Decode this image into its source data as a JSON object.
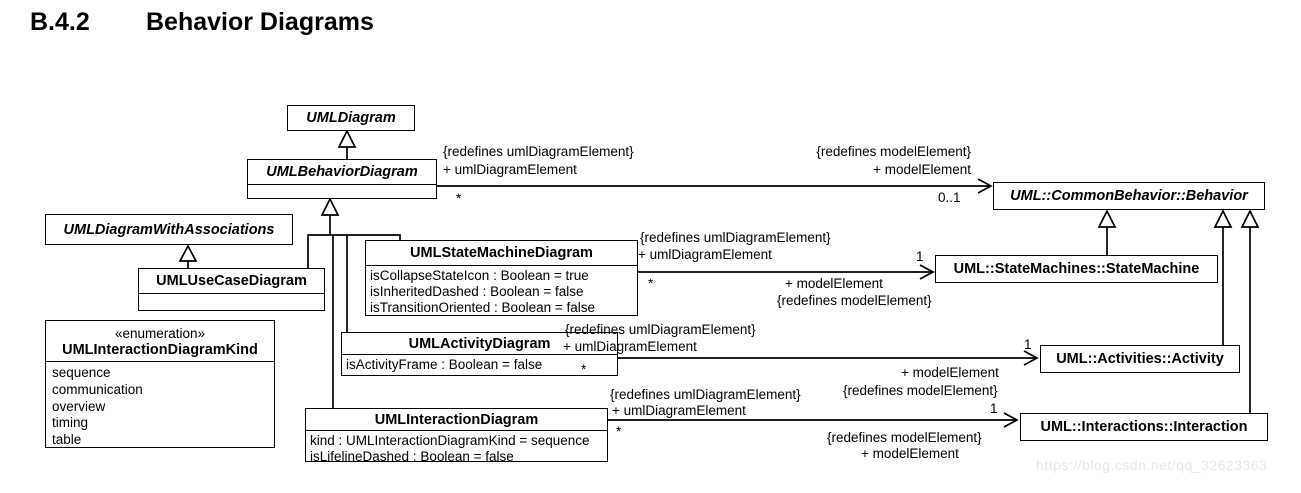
{
  "page": {
    "heading_number": "B.4.2",
    "heading_title": "Behavior Diagrams",
    "watermark": "https://blog.csdn.net/qq_32623363"
  },
  "nodes": {
    "uml_diagram": {
      "name": "UMLDiagram"
    },
    "uml_behavior_diagram": {
      "name": "UMLBehaviorDiagram"
    },
    "uml_diagram_with_associations": {
      "name": "UMLDiagramWithAssociations"
    },
    "uml_use_case_diagram": {
      "name": "UMLUseCaseDiagram"
    },
    "uml_state_machine_diagram": {
      "name": "UMLStateMachineDiagram",
      "attributes": [
        "isCollapseStateIcon : Boolean = true",
        "isInheritedDashed : Boolean = false",
        "isTransitionOriented : Boolean = false"
      ]
    },
    "uml_activity_diagram": {
      "name": "UMLActivityDiagram",
      "attributes": [
        "isActivityFrame : Boolean = false"
      ]
    },
    "uml_interaction_diagram": {
      "name": "UMLInteractionDiagram",
      "attributes": [
        "kind : UMLInteractionDiagramKind = sequence",
        "isLifelineDashed : Boolean = false"
      ]
    },
    "behavior": {
      "name": "UML::CommonBehavior::Behavior"
    },
    "state_machine": {
      "name": "UML::StateMachines::StateMachine"
    },
    "activity": {
      "name": "UML::Activities::Activity"
    },
    "interaction": {
      "name": "UML::Interactions::Interaction"
    },
    "uml_interaction_diagram_kind": {
      "stereotype": "«enumeration»",
      "name": "UMLInteractionDiagramKind",
      "literals": [
        "sequence",
        "communication",
        "overview",
        "timing",
        "table"
      ]
    }
  },
  "edges": {
    "behavior": {
      "constraint_source": "{redefines umlDiagramElement}",
      "role_source": "+ umlDiagramElement",
      "mult_source": "*",
      "constraint_target": "{redefines modelElement}",
      "role_target": "+ modelElement",
      "mult_target": "0..1"
    },
    "state_machine": {
      "constraint_source": "{redefines umlDiagramElement}",
      "role_source": "+ umlDiagramElement",
      "mult_source": "*",
      "role_target": "+ modelElement",
      "constraint_target": "{redefines modelElement}",
      "mult_target": "1"
    },
    "activity": {
      "constraint_source": "{redefines umlDiagramElement}",
      "role_source": "+ umlDiagramElement",
      "mult_source": "*",
      "role_target": "+ modelElement",
      "constraint_target": "{redefines modelElement}",
      "mult_target": "1"
    },
    "interaction": {
      "constraint_source": "{redefines umlDiagramElement}",
      "role_source": "+ umlDiagramElement",
      "mult_source": "*",
      "constraint_target": "{redefines modelElement}",
      "role_target": "+ modelElement",
      "mult_target": "1"
    }
  },
  "colors": {
    "line": "#000000",
    "box_background": "#ffffff",
    "text": "#000000",
    "watermark": "#e7e7e7"
  }
}
